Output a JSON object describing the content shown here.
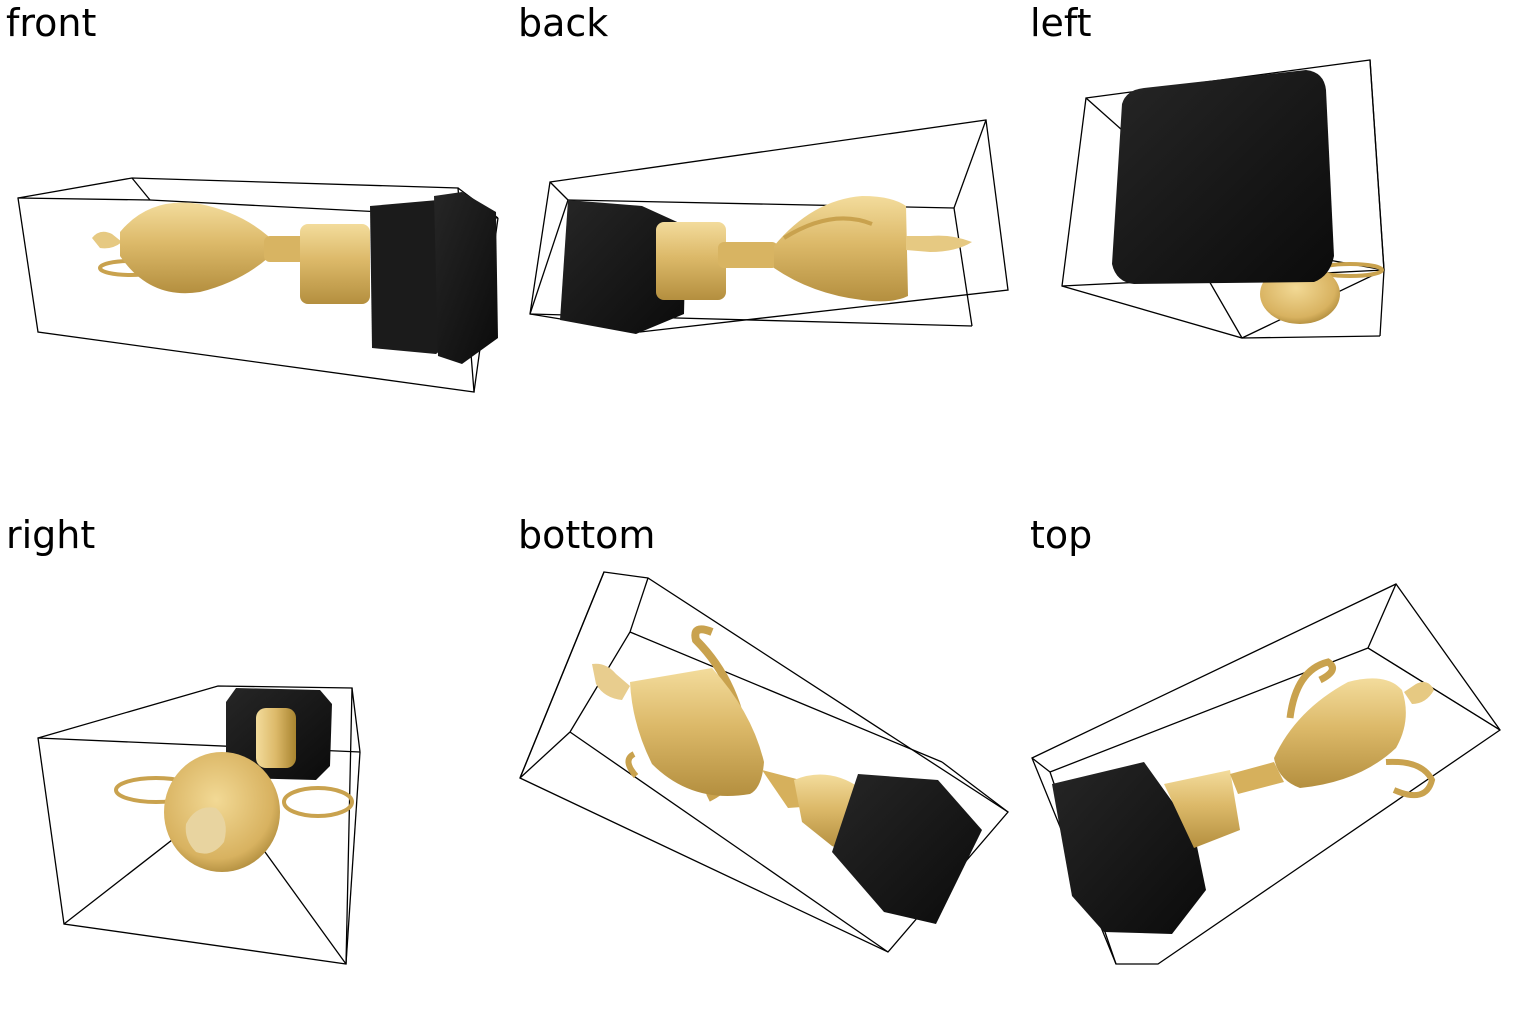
{
  "views": [
    {
      "id": "front",
      "label": "front"
    },
    {
      "id": "back",
      "label": "back"
    },
    {
      "id": "left",
      "label": "left"
    },
    {
      "id": "right",
      "label": "right"
    },
    {
      "id": "bottom",
      "label": "bottom"
    },
    {
      "id": "top",
      "label": "top"
    }
  ],
  "colors": {
    "gold_light": "#f0d48e",
    "gold": "#d9b460",
    "gold_dark": "#8a6a24",
    "base_black": "#141414",
    "outline": "#000000"
  }
}
